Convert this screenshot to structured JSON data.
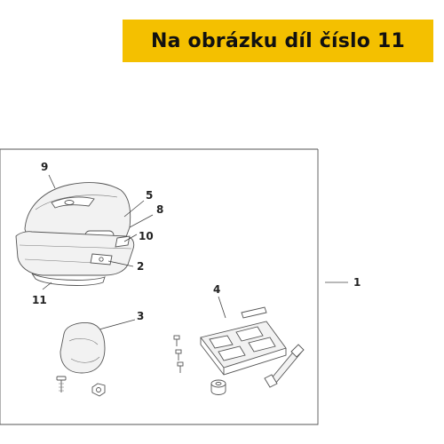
{
  "banner": {
    "text": "Na obrázku díl číslo 11"
  },
  "parts": [
    {
      "callout": "1",
      "icon": "kit-bracket"
    },
    {
      "callout": "2",
      "icon": "top-case-lock"
    },
    {
      "callout": "3",
      "icon": "backrest-pad-icon"
    },
    {
      "callout": "4",
      "icon": "mounting-plate-icon"
    },
    {
      "callout": "5",
      "icon": "lid-emblem"
    },
    {
      "callout": "8",
      "icon": "reflector"
    },
    {
      "callout": "9",
      "icon": "top-case-lid-icon"
    },
    {
      "callout": "10",
      "icon": "rear-reflector"
    },
    {
      "callout": "11",
      "icon": "top-case-base-icon"
    }
  ],
  "colors": {
    "banner": "#f4c000",
    "line": "#555555",
    "text": "#111111"
  }
}
